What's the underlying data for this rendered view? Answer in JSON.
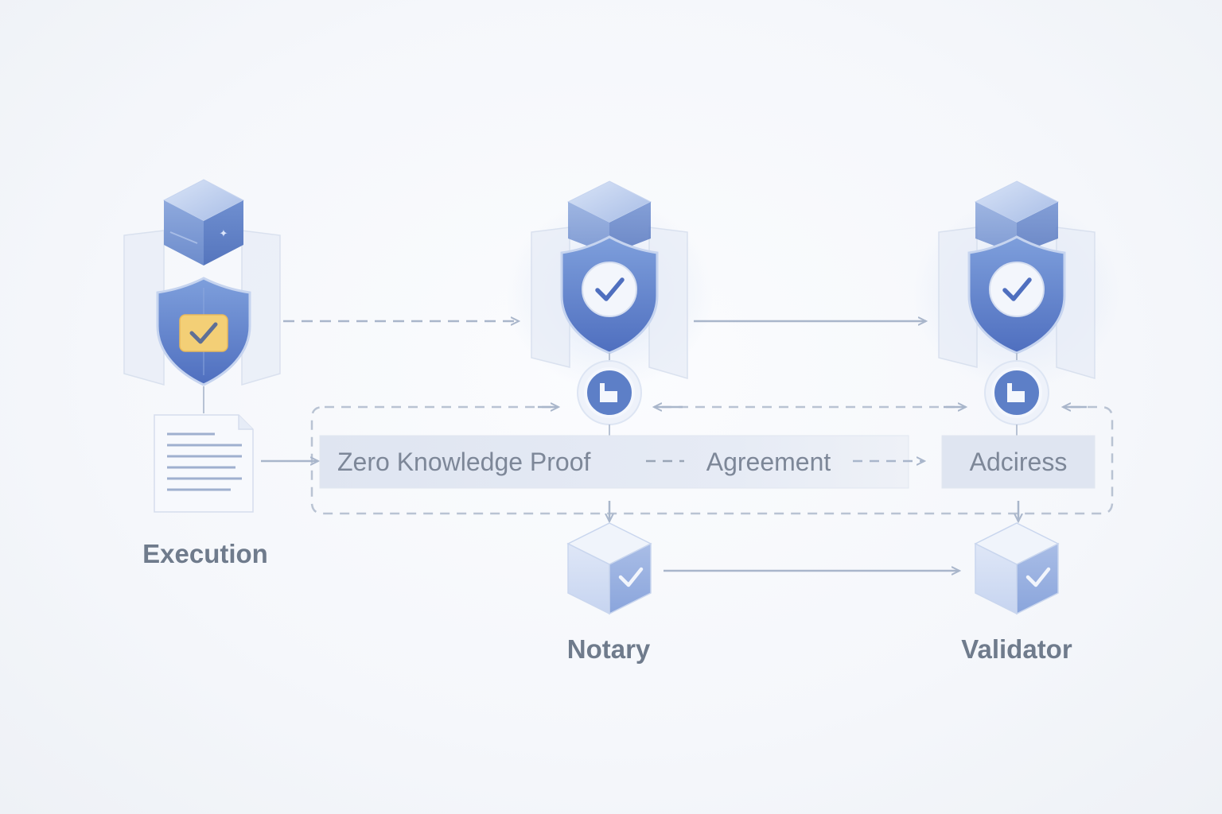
{
  "diagram": {
    "nodes": {
      "execution": {
        "label": "Execution",
        "shield_icon": "shield-check-icon",
        "cube_icon": "cube-icon"
      },
      "notary": {
        "label": "Notary",
        "shield_icon": "shield-check-icon",
        "cube_icon": "cube-check-icon"
      },
      "validator": {
        "label": "Validator",
        "shield_icon": "shield-check-icon",
        "cube_icon": "cube-check-icon"
      }
    },
    "bar": {
      "zkp_label": "Zero Knowledge Proof",
      "agreement_label": "Agreement",
      "address_label": "Adciress"
    },
    "icons": {
      "document": "document-icon",
      "connector": "thumbs-up-icon"
    },
    "colors": {
      "accent": "#5b7fc4",
      "accent_light": "#a9bde6",
      "gold": "#f2c867",
      "text": "#6f7b8c",
      "arrow": "#a9b6cb"
    }
  }
}
